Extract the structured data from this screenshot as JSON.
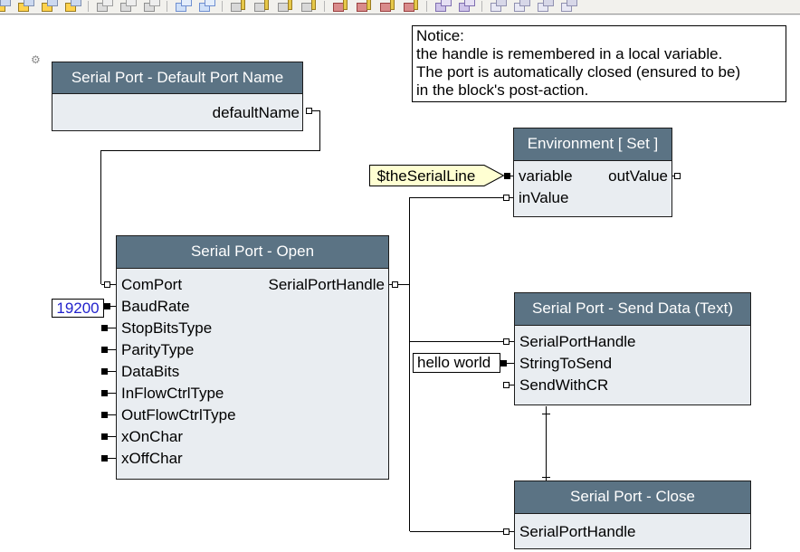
{
  "toolbar": {
    "groups": [
      {
        "icons": [
          "window-cascade-icon",
          "windows-tile-icon",
          "window-restore-icon",
          "windows-split-icon"
        ]
      },
      {
        "icons": [
          "paste-block-icon",
          "block-icon",
          "block-copy-icon"
        ]
      },
      {
        "icons": [
          "copy-window-icon",
          "paste-window-icon"
        ]
      },
      {
        "icons": [
          "settings-anchor-icon",
          "error-anchor-icon",
          "action-anchor-icon",
          "idle-anchor-icon"
        ]
      },
      {
        "icons": [
          "input-anchor-icon",
          "output-anchor-icon",
          "stop-block-icon",
          "exit-block-icon"
        ]
      },
      {
        "icons": [
          "module-link-icon",
          "module-embed-icon"
        ]
      },
      {
        "icons": [
          "connect-start-icon",
          "connect-mid-icon",
          "connect-end-icon",
          "connect-close-icon"
        ]
      }
    ]
  },
  "notice": {
    "lines": [
      "Notice:",
      "the handle is remembered in a local variable.",
      "The port is automatically closed (ensured to be)",
      "in the block's post-action."
    ]
  },
  "blocks": {
    "default_port_name": {
      "title": "Serial Port - Default Port Name",
      "output": "defaultName"
    },
    "environment_set": {
      "title": "Environment [ Set ]",
      "rows": [
        {
          "left": "variable",
          "right": "outValue"
        },
        {
          "left": "inValue",
          "right": ""
        }
      ]
    },
    "open": {
      "title": "Serial Port - Open",
      "output": "SerialPortHandle",
      "inputs": [
        "ComPort",
        "BaudRate",
        "StopBitsType",
        "ParityType",
        "DataBits",
        "InFlowCtrlType",
        "OutFlowCtrlType",
        "xOnChar",
        "xOffChar"
      ]
    },
    "send_data": {
      "title": "Serial Port - Send Data (Text)",
      "inputs": [
        "SerialPortHandle",
        "StringToSend",
        "SendWithCR"
      ]
    },
    "close": {
      "title": "Serial Port - Close",
      "inputs": [
        "SerialPortHandle"
      ]
    }
  },
  "constants": {
    "baud_rate": "19200",
    "string_to_send": "hello world",
    "variable_tag": "$theSerialLine"
  },
  "colors": {
    "block_header": "#5b7384",
    "block_body": "#e9edf1",
    "constant_text": "#2222cc",
    "tag_fill": "#ffffd2",
    "wire": "#000000"
  }
}
